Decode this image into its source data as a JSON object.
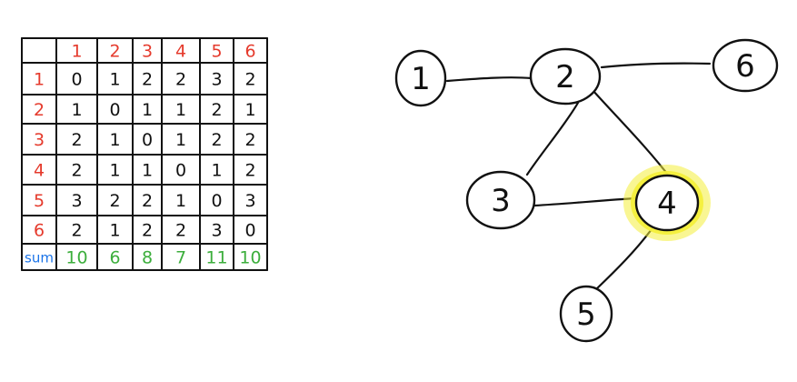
{
  "matrix": {
    "header": [
      "1",
      "2",
      "3",
      "4",
      "5",
      "6"
    ],
    "rows": [
      {
        "label": "1",
        "values": [
          "0",
          "1",
          "2",
          "2",
          "3",
          "2"
        ]
      },
      {
        "label": "2",
        "values": [
          "1",
          "0",
          "1",
          "1",
          "2",
          "1"
        ]
      },
      {
        "label": "3",
        "values": [
          "2",
          "1",
          "0",
          "1",
          "2",
          "2"
        ]
      },
      {
        "label": "4",
        "values": [
          "2",
          "1",
          "1",
          "0",
          "1",
          "2"
        ]
      },
      {
        "label": "5",
        "values": [
          "3",
          "2",
          "2",
          "1",
          "0",
          "3"
        ]
      },
      {
        "label": "6",
        "values": [
          "2",
          "1",
          "2",
          "2",
          "3",
          "0"
        ]
      }
    ],
    "sum_label": "sum",
    "sums": [
      "10",
      "6",
      "8",
      "7",
      "11",
      "10"
    ]
  },
  "graph": {
    "nodes": [
      {
        "id": "1",
        "label": "1",
        "highlighted": false
      },
      {
        "id": "2",
        "label": "2",
        "highlighted": false
      },
      {
        "id": "3",
        "label": "3",
        "highlighted": false
      },
      {
        "id": "4",
        "label": "4",
        "highlighted": true
      },
      {
        "id": "5",
        "label": "5",
        "highlighted": false
      },
      {
        "id": "6",
        "label": "6",
        "highlighted": false
      }
    ],
    "edges": [
      [
        "1",
        "2"
      ],
      [
        "2",
        "6"
      ],
      [
        "2",
        "3"
      ],
      [
        "2",
        "4"
      ],
      [
        "3",
        "4"
      ],
      [
        "4",
        "5"
      ]
    ]
  },
  "colors": {
    "header": "#e53a2c",
    "values": "#111111",
    "sums": "#3cae3c",
    "sum_label": "#1a73e8",
    "highlight": "#f4ef3a"
  }
}
